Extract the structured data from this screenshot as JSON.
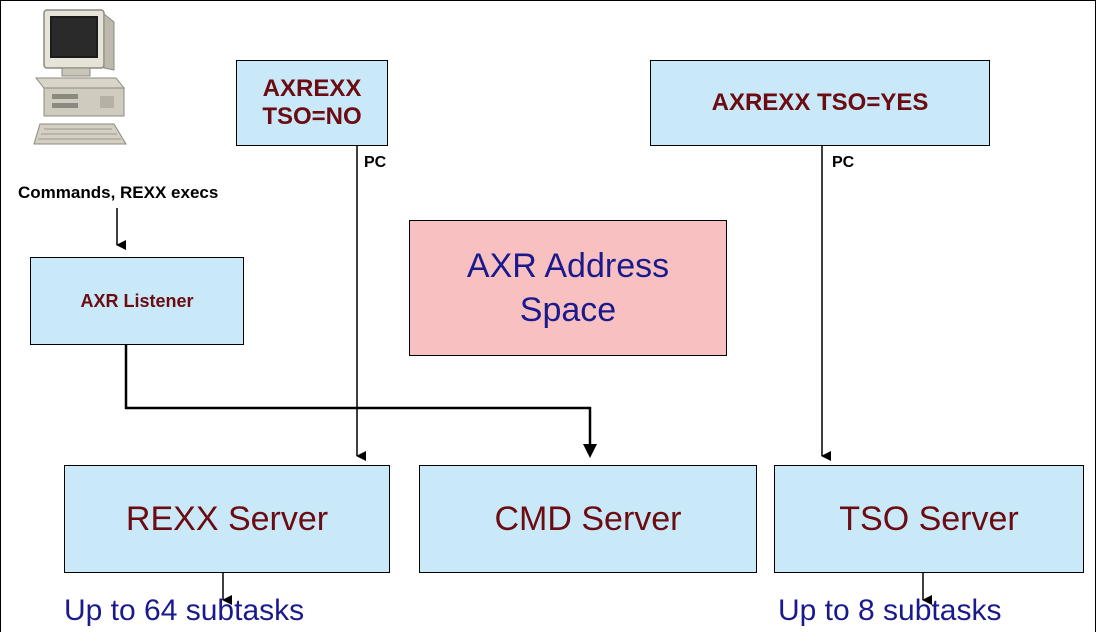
{
  "diagram": {
    "box_tso_no": "AXREXX TSO=NO",
    "box_tso_yes": "AXREXX TSO=YES",
    "pc_left": "PC",
    "pc_right": "PC",
    "commands_label": "Commands, REXX execs",
    "listener": "AXR Listener",
    "address_space_line1": "AXR Address",
    "address_space_line2": "Space",
    "rexx_server": "REXX Server",
    "cmd_server": "CMD Server",
    "tso_server": "TSO Server",
    "subtasks_left": "Up to 64 subtasks",
    "subtasks_right": "Up to 8 subtasks"
  },
  "colors": {
    "box_fill": "#c9e8f8",
    "address_space_fill": "#f8c0c0",
    "maroon_text": "#6b0b12",
    "blue_text": "#1a1a8c"
  }
}
